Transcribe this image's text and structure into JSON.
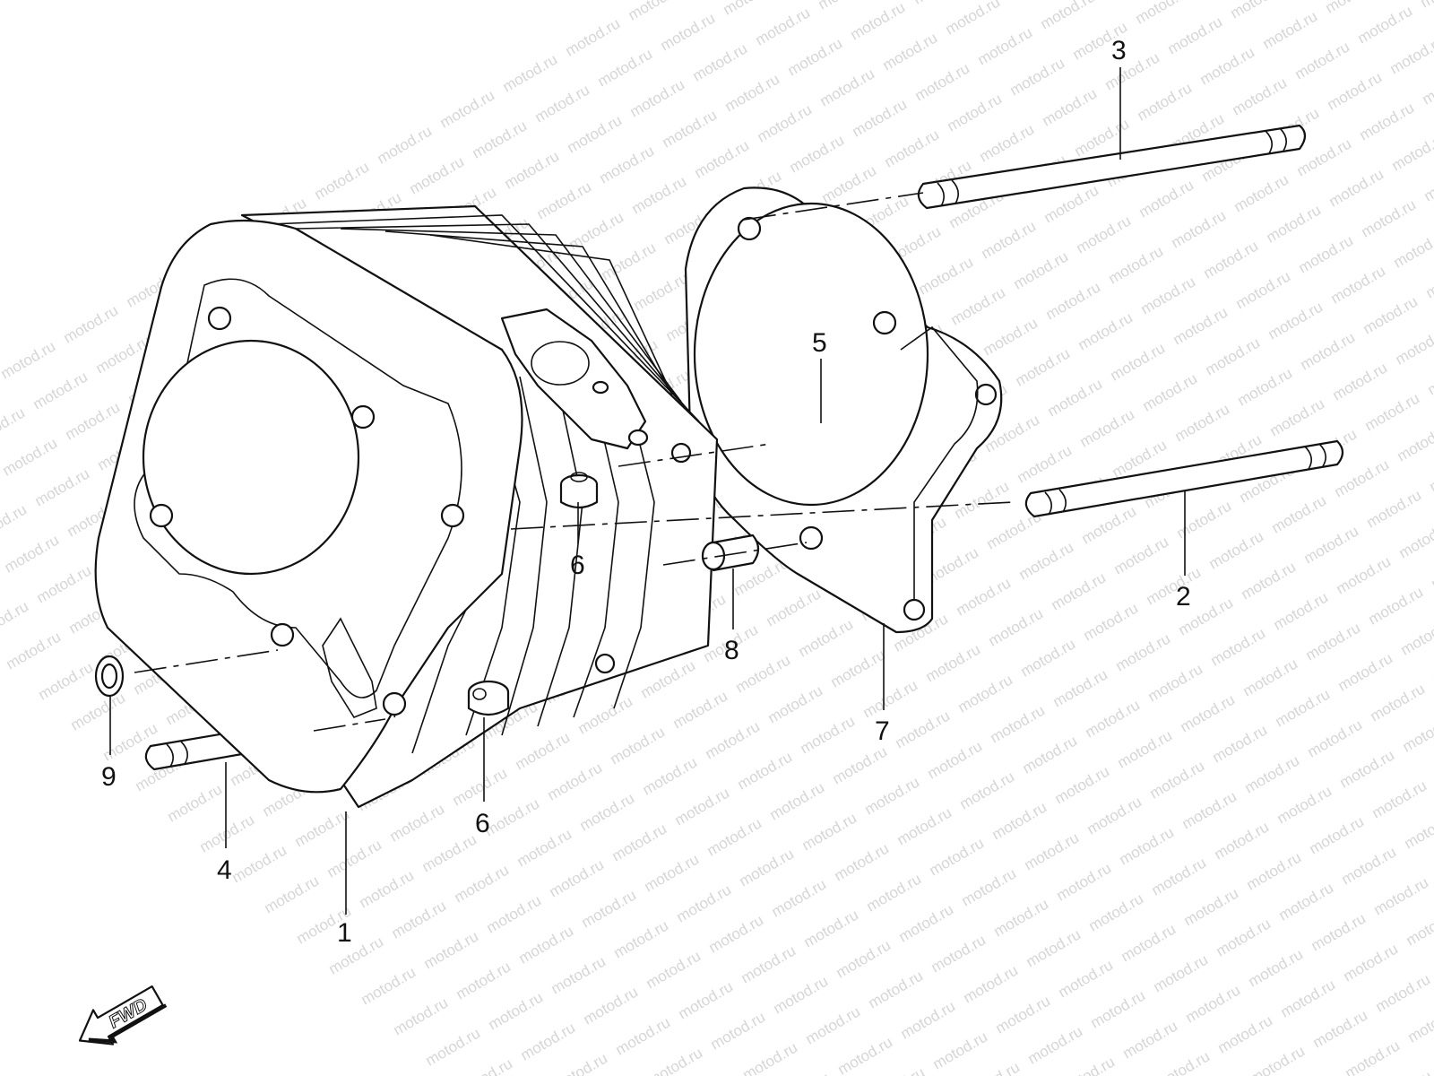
{
  "watermark": "motod.ru",
  "direction_marker": {
    "label": "FWD"
  },
  "callouts": [
    {
      "id": "1"
    },
    {
      "id": "2"
    },
    {
      "id": "3"
    },
    {
      "id": "4"
    },
    {
      "id": "5"
    },
    {
      "id": "6a",
      "label": "6"
    },
    {
      "id": "6b",
      "label": "6"
    },
    {
      "id": "7"
    },
    {
      "id": "8"
    },
    {
      "id": "9"
    }
  ],
  "labels": {
    "c1": "1",
    "c2": "2",
    "c3": "3",
    "c4": "4",
    "c5": "5",
    "c6a": "6",
    "c6b": "6",
    "c7": "7",
    "c8": "8",
    "c9": "9"
  },
  "colors": {
    "line": "#111111",
    "watermark": "#d6d6d6",
    "background": "#ffffff"
  }
}
